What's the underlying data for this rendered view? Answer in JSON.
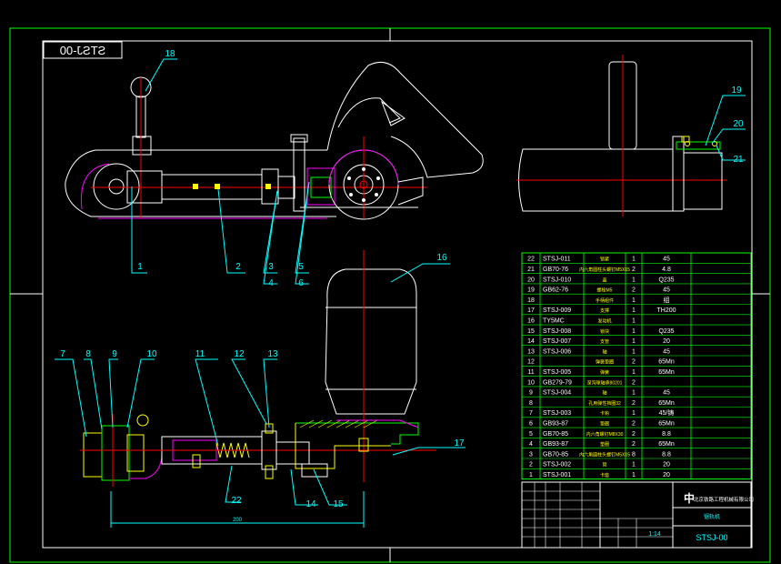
{
  "drawing": {
    "title_code_mirrored": "STSJ-00",
    "title_block": {
      "drawing_code": "STSJ-00",
      "scale": "1:14",
      "company_glyph": "中",
      "company_name": "北京铁路工程机械有限公司",
      "product_name": "锯轨机",
      "dimension_label": "200"
    },
    "callouts": [
      "1",
      "2",
      "3",
      "4",
      "5",
      "6",
      "7",
      "8",
      "9",
      "10",
      "11",
      "12",
      "13",
      "14",
      "15",
      "16",
      "17",
      "18",
      "19",
      "20",
      "21",
      "22"
    ],
    "bom": [
      {
        "no": "22",
        "code": "STSJ-011",
        "name": "锁紧",
        "qty": "1",
        "mat": "45"
      },
      {
        "no": "21",
        "code": "GB70-76",
        "name": "内六角圆柱头螺钉M5X15",
        "qty": "2",
        "mat": "4.8"
      },
      {
        "no": "20",
        "code": "STSJ-010",
        "name": "盖",
        "qty": "1",
        "mat": "Q235"
      },
      {
        "no": "19",
        "code": "GB62-76",
        "name": "螺栓M5",
        "qty": "2",
        "mat": "45"
      },
      {
        "no": "18",
        "code": "",
        "name": "手柄组件",
        "qty": "1",
        "mat": "组"
      },
      {
        "no": "17",
        "code": "STSJ-009",
        "name": "支撑",
        "qty": "1",
        "mat": "TH200"
      },
      {
        "no": "16",
        "code": "TY5MC",
        "name": "发动机",
        "qty": "1",
        "mat": ""
      },
      {
        "no": "15",
        "code": "STSJ-008",
        "name": "锁块",
        "qty": "1",
        "mat": "Q235"
      },
      {
        "no": "14",
        "code": "STSJ-007",
        "name": "支管",
        "qty": "1",
        "mat": "20"
      },
      {
        "no": "13",
        "code": "STSJ-006",
        "name": "轴",
        "qty": "1",
        "mat": "45"
      },
      {
        "no": "12",
        "code": "",
        "name": "弹簧垫圈",
        "qty": "2",
        "mat": "65Mn"
      },
      {
        "no": "11",
        "code": "STSJ-005",
        "name": "弹簧",
        "qty": "1",
        "mat": "65Mn"
      },
      {
        "no": "10",
        "code": "GB279-79",
        "name": "深沟球轴承80201",
        "qty": "2",
        "mat": ""
      },
      {
        "no": "9",
        "code": "STSJ-004",
        "name": "轴",
        "qty": "1",
        "mat": "45"
      },
      {
        "no": "8",
        "code": "",
        "name": "孔用弹性挡圈32",
        "qty": "2",
        "mat": "65Mn"
      },
      {
        "no": "7",
        "code": "STSJ-003",
        "name": "卡钩",
        "qty": "1",
        "mat": "45/铸"
      },
      {
        "no": "6",
        "code": "GB93-87",
        "name": "垫圈",
        "qty": "2",
        "mat": "65Mn"
      },
      {
        "no": "5",
        "code": "GB70-85",
        "name": "内六角螺钉M8X30",
        "qty": "2",
        "mat": "8.8"
      },
      {
        "no": "4",
        "code": "GB93-87",
        "name": "垫圈",
        "qty": "2",
        "mat": "65Mn"
      },
      {
        "no": "3",
        "code": "GB70-85",
        "name": "内六角圆柱头螺钉M5X15",
        "qty": "8",
        "mat": "8.8"
      },
      {
        "no": "2",
        "code": "STSJ-002",
        "name": "管",
        "qty": "1",
        "mat": "20"
      },
      {
        "no": "1",
        "code": "STSJ-001",
        "name": "卡座",
        "qty": "1",
        "mat": "20"
      }
    ]
  },
  "colors": {
    "background": "#000000",
    "frame": "#ffffff",
    "green": "#00ff00",
    "cyan": "#00ffff",
    "red": "#ff0000",
    "magenta": "#ff00ff",
    "yellow": "#ffff00"
  }
}
